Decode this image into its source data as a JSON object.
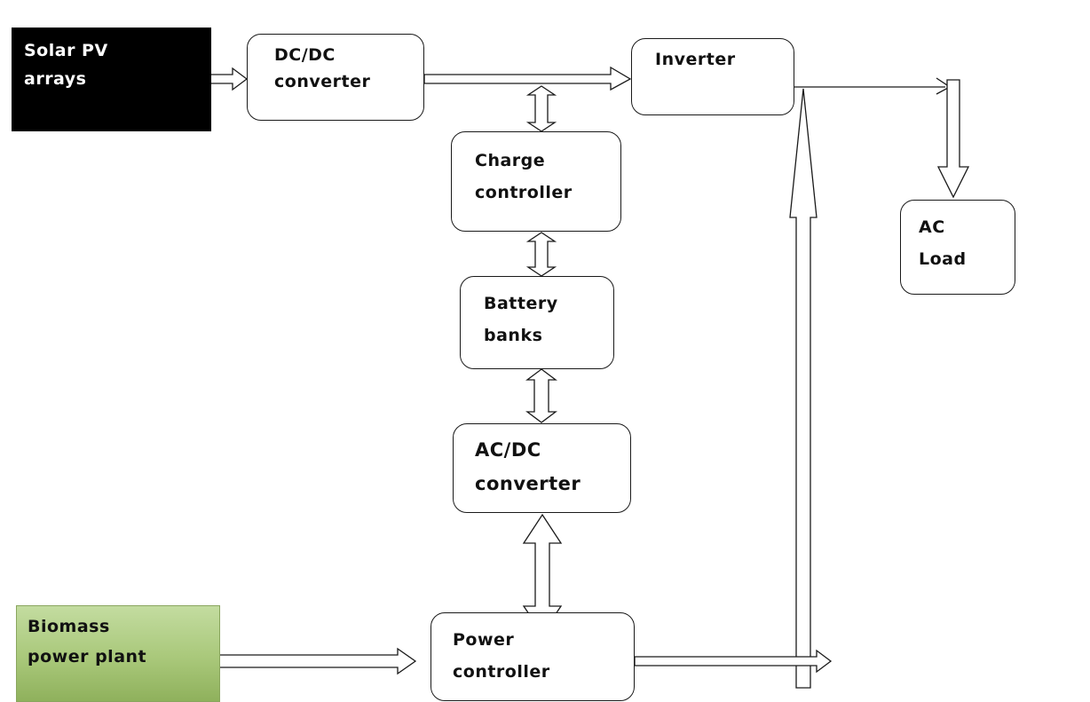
{
  "nodes": {
    "solar_pv": {
      "lines": [
        "Solar PV",
        "arrays"
      ]
    },
    "dcdc": {
      "lines": [
        "DC/DC",
        "converter"
      ]
    },
    "inverter": {
      "lines": [
        "Inverter"
      ]
    },
    "ac_load": {
      "lines": [
        "AC",
        "Load"
      ]
    },
    "charge_controller": {
      "lines": [
        "Charge",
        "controller"
      ]
    },
    "battery": {
      "lines": [
        "Battery",
        "banks"
      ]
    },
    "acdc": {
      "lines": [
        "AC/DC",
        "converter"
      ]
    },
    "biomass": {
      "lines": [
        "Biomass",
        "power plant"
      ]
    },
    "power_controller": {
      "lines": [
        "Power",
        "controller"
      ]
    }
  },
  "colors": {
    "solar_fill": "#000000",
    "biomass_fill": "#a9c87a",
    "stroke": "#1a1a1a"
  }
}
